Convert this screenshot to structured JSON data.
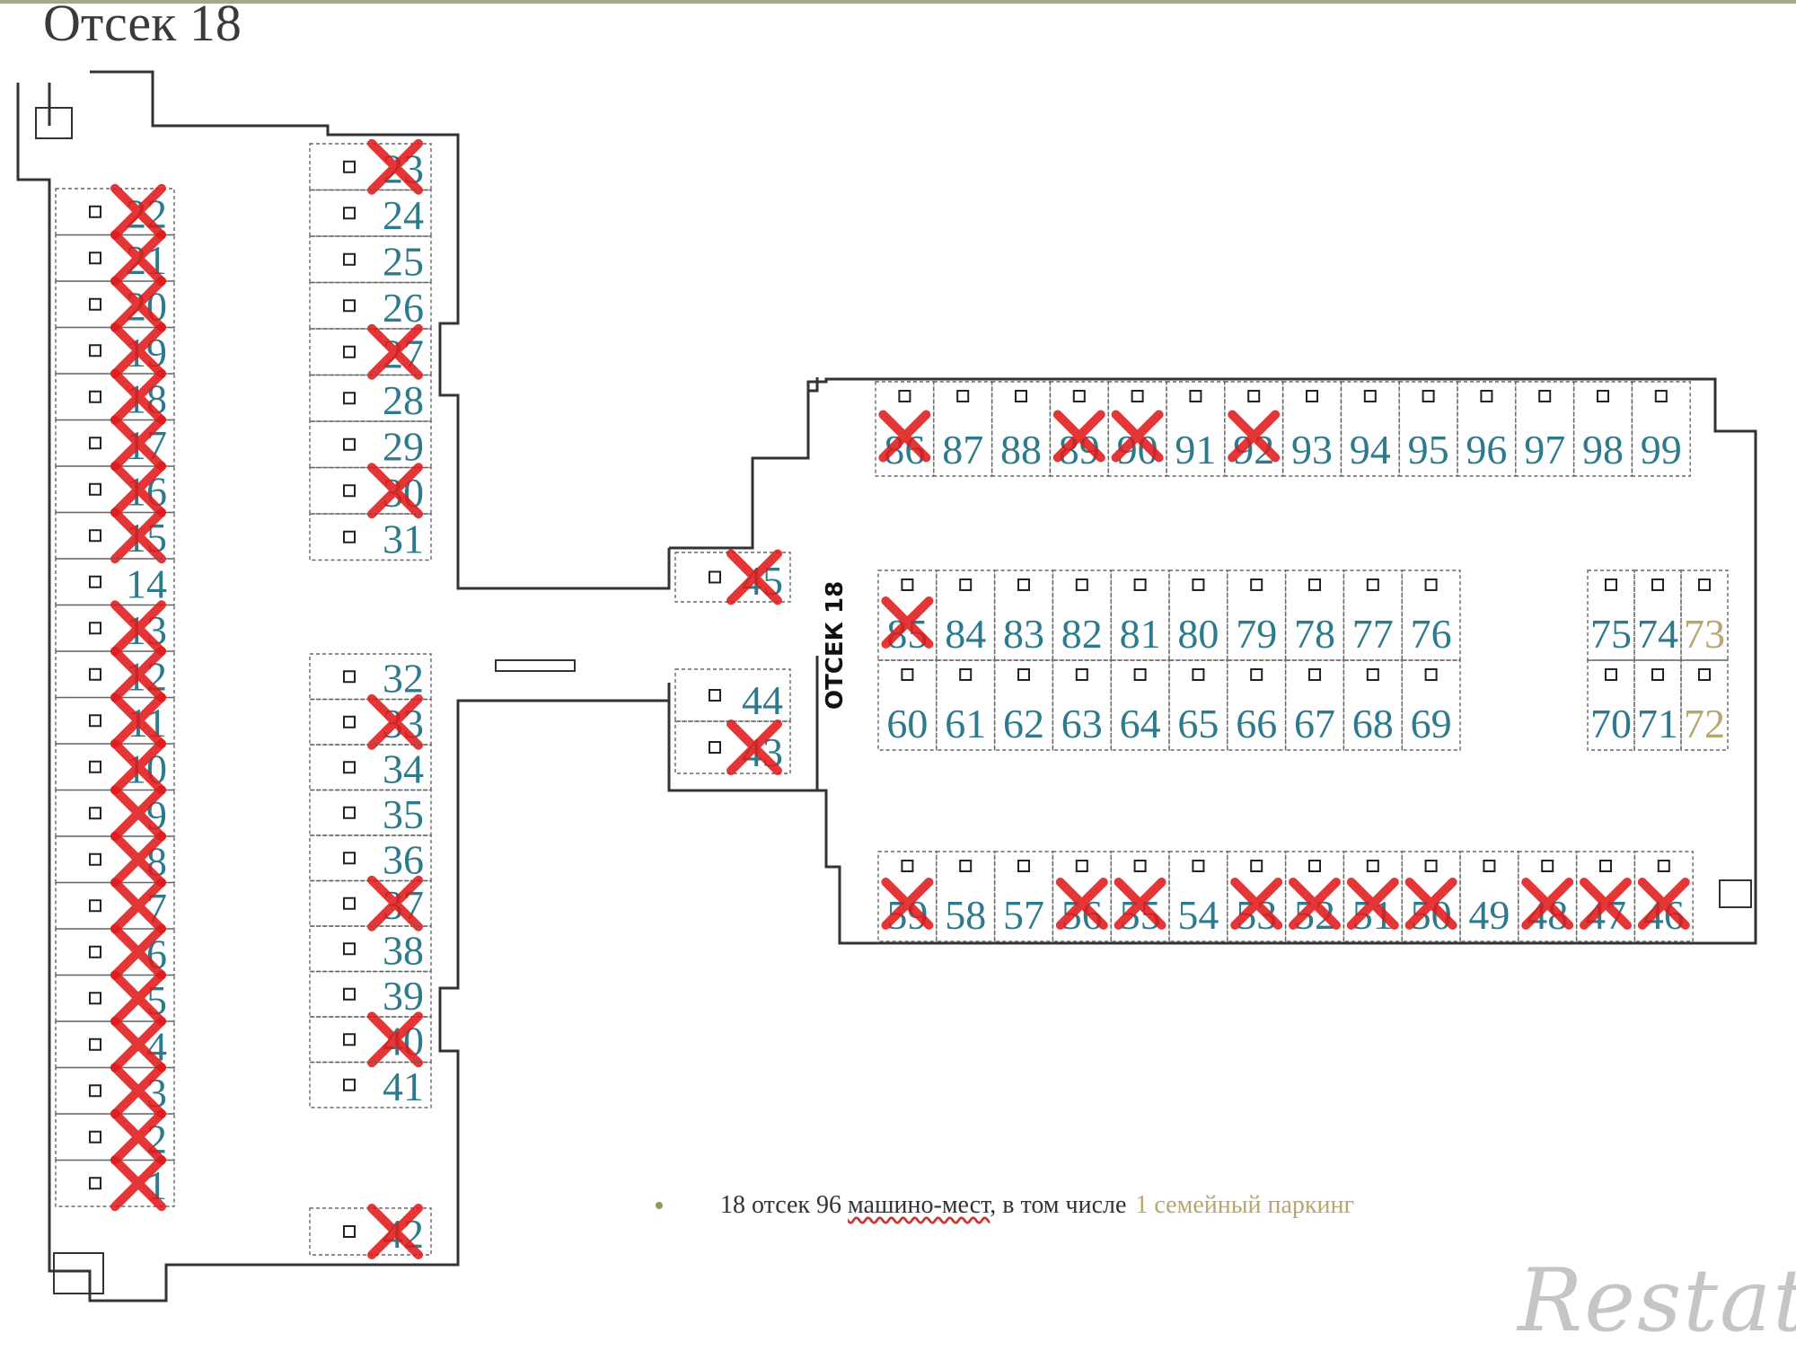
{
  "page_title": "Отсек 18",
  "zone_label": "ОТСЕК 18",
  "legend": {
    "text_before": "18 отсек 96 ",
    "text_underlined": "машино-мест",
    "text_after": ", в том числе",
    "family_text": "1 семейный паркинг"
  },
  "watermark": "Restate",
  "colors": {
    "spot_number": "#2c7a8c",
    "family_spot": "#b9a56e",
    "sold_mark": "#e01a1a",
    "wall": "#333333"
  },
  "family_spots": [
    "72",
    "73"
  ],
  "columns": {
    "left_column": [
      {
        "n": "22",
        "sold": true
      },
      {
        "n": "21",
        "sold": true
      },
      {
        "n": "20",
        "sold": true
      },
      {
        "n": "19",
        "sold": true
      },
      {
        "n": "18",
        "sold": true
      },
      {
        "n": "17",
        "sold": true
      },
      {
        "n": "16",
        "sold": true
      },
      {
        "n": "15",
        "sold": true
      },
      {
        "n": "14",
        "sold": false
      },
      {
        "n": "13",
        "sold": true
      },
      {
        "n": "12",
        "sold": true
      },
      {
        "n": "11",
        "sold": true
      },
      {
        "n": "10",
        "sold": true
      },
      {
        "n": "9",
        "sold": true
      },
      {
        "n": "8",
        "sold": true
      },
      {
        "n": "7",
        "sold": true
      },
      {
        "n": "6",
        "sold": true
      },
      {
        "n": "5",
        "sold": true
      },
      {
        "n": "4",
        "sold": true
      },
      {
        "n": "3",
        "sold": true
      },
      {
        "n": "2",
        "sold": true
      },
      {
        "n": "1",
        "sold": true
      }
    ],
    "middle_upper": [
      {
        "n": "23",
        "sold": true
      },
      {
        "n": "24",
        "sold": false
      },
      {
        "n": "25",
        "sold": false
      },
      {
        "n": "26",
        "sold": false
      },
      {
        "n": "27",
        "sold": true
      },
      {
        "n": "28",
        "sold": false
      },
      {
        "n": "29",
        "sold": false
      },
      {
        "n": "30",
        "sold": true
      },
      {
        "n": "31",
        "sold": false
      }
    ],
    "middle_lower": [
      {
        "n": "32",
        "sold": false
      },
      {
        "n": "33",
        "sold": true
      },
      {
        "n": "34",
        "sold": false
      },
      {
        "n": "35",
        "sold": false
      },
      {
        "n": "36",
        "sold": false
      },
      {
        "n": "37",
        "sold": true
      },
      {
        "n": "38",
        "sold": false
      },
      {
        "n": "39",
        "sold": false
      },
      {
        "n": "40",
        "sold": true
      },
      {
        "n": "41",
        "sold": false
      }
    ],
    "bottom_single": [
      {
        "n": "42",
        "sold": true
      }
    ]
  },
  "entry_block": [
    {
      "n": "45",
      "sold": true
    },
    {
      "n": "44",
      "sold": false
    },
    {
      "n": "43",
      "sold": true
    }
  ],
  "rows": {
    "top_row": [
      {
        "n": "86",
        "sold": true
      },
      {
        "n": "87",
        "sold": false
      },
      {
        "n": "88",
        "sold": false
      },
      {
        "n": "89",
        "sold": true
      },
      {
        "n": "90",
        "sold": true
      },
      {
        "n": "91",
        "sold": false
      },
      {
        "n": "92",
        "sold": true
      },
      {
        "n": "93",
        "sold": false
      },
      {
        "n": "94",
        "sold": false
      },
      {
        "n": "95",
        "sold": false
      },
      {
        "n": "96",
        "sold": false
      },
      {
        "n": "97",
        "sold": false
      },
      {
        "n": "98",
        "sold": false
      },
      {
        "n": "99",
        "sold": false
      }
    ],
    "center_upper": [
      {
        "n": "85",
        "sold": true
      },
      {
        "n": "84",
        "sold": false
      },
      {
        "n": "83",
        "sold": false
      },
      {
        "n": "82",
        "sold": false
      },
      {
        "n": "81",
        "sold": false
      },
      {
        "n": "80",
        "sold": false
      },
      {
        "n": "79",
        "sold": false
      },
      {
        "n": "78",
        "sold": false
      },
      {
        "n": "77",
        "sold": false
      },
      {
        "n": "76",
        "sold": false
      }
    ],
    "center_lower": [
      {
        "n": "60",
        "sold": false
      },
      {
        "n": "61",
        "sold": false
      },
      {
        "n": "62",
        "sold": false
      },
      {
        "n": "63",
        "sold": false
      },
      {
        "n": "64",
        "sold": false
      },
      {
        "n": "65",
        "sold": false
      },
      {
        "n": "66",
        "sold": false
      },
      {
        "n": "67",
        "sold": false
      },
      {
        "n": "68",
        "sold": false
      },
      {
        "n": "69",
        "sold": false
      }
    ],
    "right_upper": [
      {
        "n": "75",
        "sold": false
      },
      {
        "n": "74",
        "sold": false
      },
      {
        "n": "73",
        "sold": false
      }
    ],
    "right_lower": [
      {
        "n": "70",
        "sold": false
      },
      {
        "n": "71",
        "sold": false
      },
      {
        "n": "72",
        "sold": false
      }
    ],
    "bottom_row": [
      {
        "n": "59",
        "sold": true
      },
      {
        "n": "58",
        "sold": false
      },
      {
        "n": "57",
        "sold": false
      },
      {
        "n": "56",
        "sold": true
      },
      {
        "n": "55",
        "sold": true
      },
      {
        "n": "54",
        "sold": false
      },
      {
        "n": "53",
        "sold": true
      },
      {
        "n": "52",
        "sold": true
      },
      {
        "n": "51",
        "sold": true
      },
      {
        "n": "50",
        "sold": true
      },
      {
        "n": "49",
        "sold": false
      },
      {
        "n": "48",
        "sold": true
      },
      {
        "n": "47",
        "sold": true
      },
      {
        "n": "46",
        "sold": true
      }
    ]
  }
}
